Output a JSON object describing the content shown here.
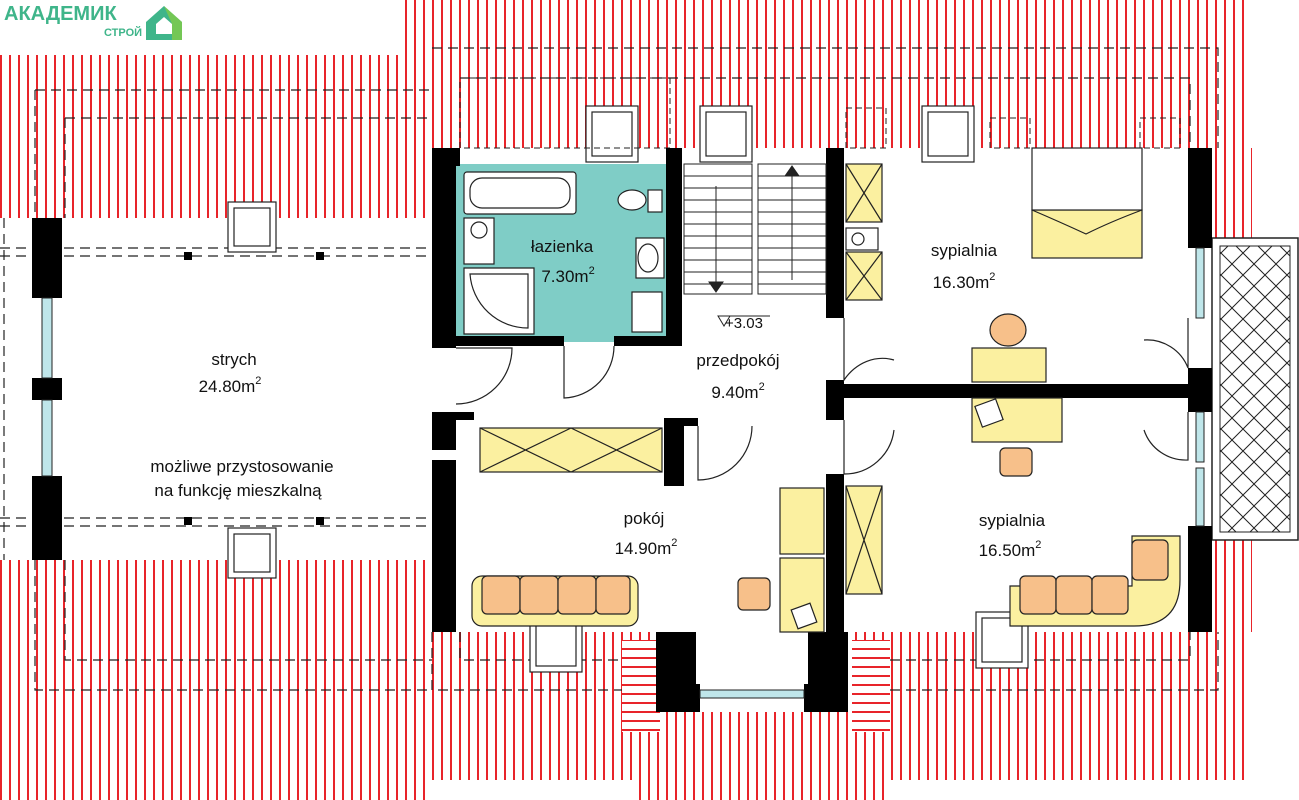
{
  "brand": {
    "name": "АКАДЕМИК",
    "sub": "СТРОЙ",
    "logo_icon": "house-icon",
    "color": "#3fb58a"
  },
  "colors": {
    "roof_stripe": "#e8242a",
    "wall": "#000000",
    "bathroom": "#7fcdc6",
    "furniture": "#fbf0a0",
    "chair": "#f7c08a",
    "window": "#bfe6ea"
  },
  "rooms": {
    "strych": {
      "name": "strych",
      "area": "24.80m",
      "exp": "2"
    },
    "note": {
      "line1": "możliwe przystosowanie",
      "line2": "na funkcję mieszkalną"
    },
    "lazienka": {
      "name": "łazienka",
      "area": "7.30m",
      "exp": "2"
    },
    "przedpokoj": {
      "name": "przedpokój",
      "area": "9.40m",
      "exp": "2"
    },
    "sypialnia1": {
      "name": "sypialnia",
      "area": "16.30m",
      "exp": "2"
    },
    "pokoj": {
      "name": "pokój",
      "area": "14.90m",
      "exp": "2"
    },
    "sypialnia2": {
      "name": "sypialnia",
      "area": "16.50m",
      "exp": "2"
    }
  },
  "level": {
    "mark": "+3.03"
  }
}
